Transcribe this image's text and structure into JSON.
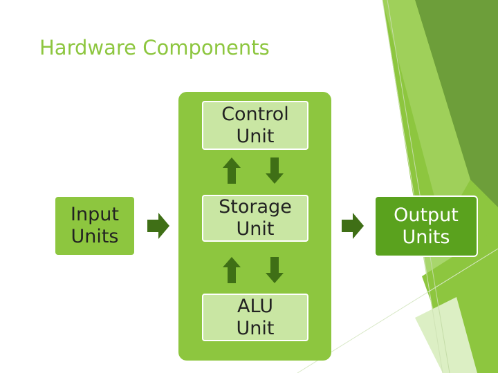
{
  "slide": {
    "title": "Hardware Components"
  },
  "diagram": {
    "input": [
      "Input",
      "Units"
    ],
    "control": [
      "Control",
      "Unit"
    ],
    "storage": [
      "Storage",
      "Unit"
    ],
    "alu": [
      "ALU",
      "Unit"
    ],
    "output": [
      "Output",
      "Units"
    ]
  },
  "colors": {
    "accent": "#8dc63f",
    "light_box": "#c9e6a3",
    "output_box": "#5aa21e",
    "arrow": "#3f6f16"
  }
}
